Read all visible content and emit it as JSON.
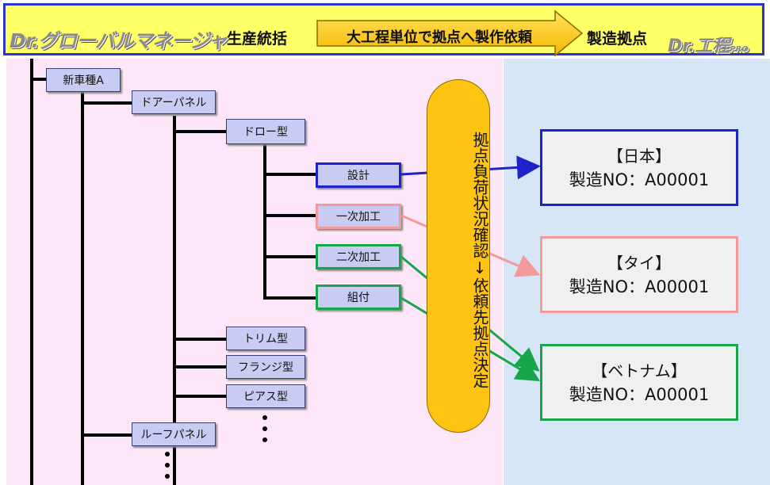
{
  "header": {
    "logo_left": "Dr.グローバルマネージャ",
    "seisan_label": "生産統括",
    "arrow_label": "大工程単位で拠点へ製作依頼",
    "seizo_label": "製造拠点",
    "logo_right": "Dr.工程",
    "logo_right_suffix": "PRO"
  },
  "tree": {
    "car_model": "新車種A",
    "door_panel": "ドアーパネル",
    "draw_die": "ドロー型",
    "design": "設計",
    "primary": "一次加工",
    "secondary": "二次加工",
    "assembly": "組付",
    "trim_die": "トリム型",
    "flange_die": "フランジ型",
    "pierce_die": "ピアス型",
    "roof_panel": "ルーフパネル"
  },
  "capsule": {
    "text": "拠点負荷状況確認↓依頼先拠点決定"
  },
  "factories": [
    {
      "name": "【日本】",
      "order": "製造NO：A00001",
      "color": "#1f22c8"
    },
    {
      "name": "【タイ】",
      "order": "製造NO：A00001",
      "color": "#f39a9a"
    },
    {
      "name": "【ベトナム】",
      "order": "製造NO：A00001",
      "color": "#19a64a"
    }
  ]
}
